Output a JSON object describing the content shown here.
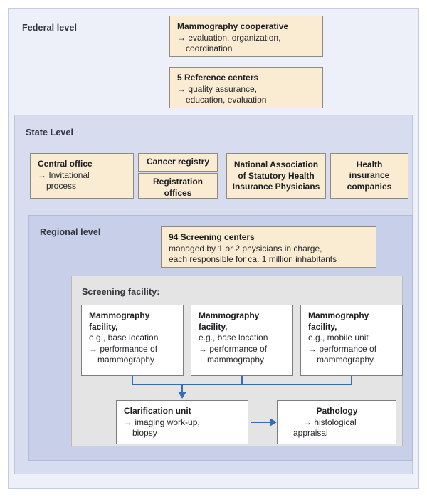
{
  "diagram": {
    "title": "German mammography screening program organizational structure",
    "colors": {
      "federal_bg": "#edf0f8",
      "state_bg": "#d7dcef",
      "regional_bg": "#c7cfe9",
      "facility_bg": "#e4e4e4",
      "cream_box": "#faebd3",
      "white_box": "#ffffff",
      "connector_blue": "#3a6cb3",
      "box_border_cream": "#8f8a7f",
      "box_border_white": "#7d7d7d"
    }
  },
  "levels": {
    "federal": {
      "label": "Federal level"
    },
    "state": {
      "label": "State Level"
    },
    "regional": {
      "label": "Regional level"
    },
    "facility": {
      "label": "Screening facility:"
    }
  },
  "boxes": {
    "mammography_cooperative": {
      "heading": "Mammography cooperative",
      "line1": "→ evaluation, organization,",
      "line2": "coordination"
    },
    "reference_centers": {
      "heading": "5 Reference centers",
      "line1": "→ quality assurance,",
      "line2": "education, evaluation"
    },
    "central_office": {
      "heading": "Central office",
      "line1": "→ Invitational",
      "line2": "process"
    },
    "cancer_registry": {
      "heading": "Cancer registry"
    },
    "registration_offices": {
      "line1": "Registration",
      "line2": "offices"
    },
    "national_association": {
      "line1": "National Association",
      "line2": "of Statutory Health",
      "line3": "Insurance Physicians"
    },
    "health_insurance_companies": {
      "line1": "Health insurance",
      "line2": "companies"
    },
    "screening_centers": {
      "heading": "94 Screening centers",
      "line1": "managed by 1 or 2 physicians in charge,",
      "line2": "each responsible for ca. 1 million inhabitants"
    },
    "mammography_facility_1": {
      "heading1": "Mammography",
      "heading2": "facility,",
      "line1": "e.g., base location",
      "line2": "→ performance of",
      "line3": "mammography"
    },
    "mammography_facility_2": {
      "heading1": "Mammography",
      "heading2": "facility,",
      "line1": "e.g., base location",
      "line2": "→ performance of",
      "line3": "mammography"
    },
    "mammography_facility_3": {
      "heading1": "Mammography",
      "heading2": "facility,",
      "line1": "e.g., mobile unit",
      "line2": "→ performance of",
      "line3": "mammography"
    },
    "clarification_unit": {
      "heading": "Clarification unit",
      "line1": "→ imaging work-up,",
      "line2": "biopsy"
    },
    "pathology": {
      "heading": "Pathology",
      "line1": "→ histological",
      "line2": "appraisal"
    }
  }
}
